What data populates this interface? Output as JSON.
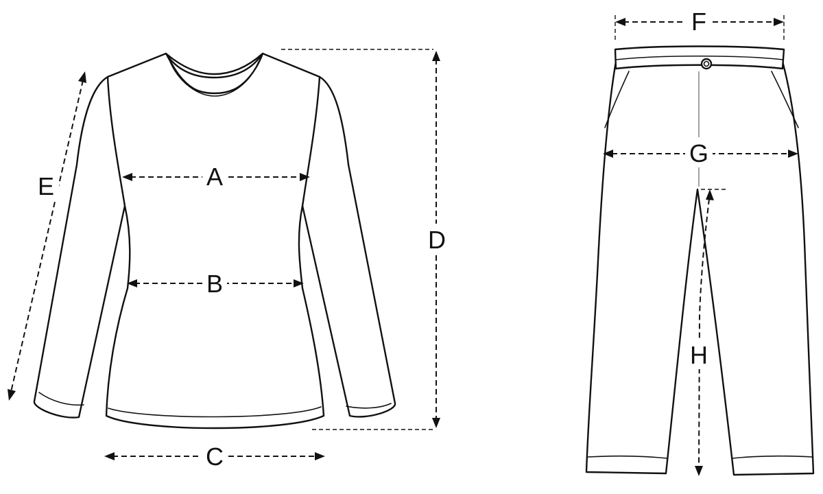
{
  "measurements": {
    "shirt": {
      "chest": "A",
      "waist": "B",
      "hem": "C",
      "length": "D",
      "sleeve": "E"
    },
    "pants": {
      "waistband": "F",
      "hip": "G",
      "inseam": "H"
    }
  }
}
